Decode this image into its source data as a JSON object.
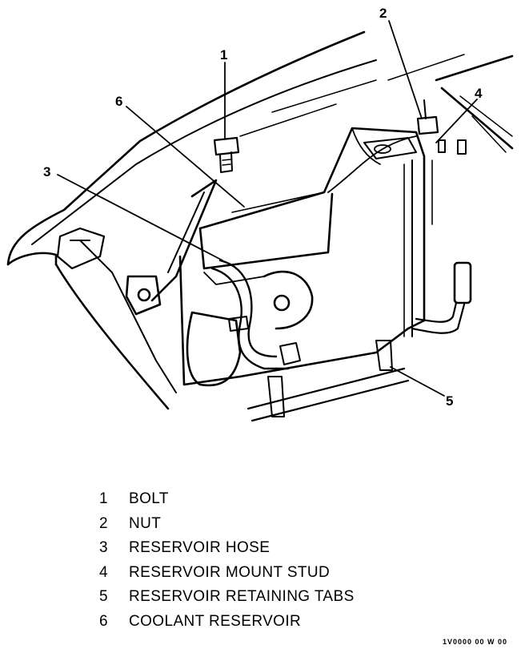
{
  "callouts": [
    {
      "num": "1"
    },
    {
      "num": "2"
    },
    {
      "num": "3"
    },
    {
      "num": "4"
    },
    {
      "num": "5"
    },
    {
      "num": "6"
    }
  ],
  "legend": [
    {
      "num": "1",
      "label": "BOLT"
    },
    {
      "num": "2",
      "label": "NUT"
    },
    {
      "num": "3",
      "label": "RESERVOIR HOSE"
    },
    {
      "num": "4",
      "label": "RESERVOIR MOUNT STUD"
    },
    {
      "num": "5",
      "label": "RESERVOIR RETAINING TABS"
    },
    {
      "num": "6",
      "label": "COOLANT RESERVOIR"
    }
  ],
  "figure_code": "1V0000 00 W 00"
}
